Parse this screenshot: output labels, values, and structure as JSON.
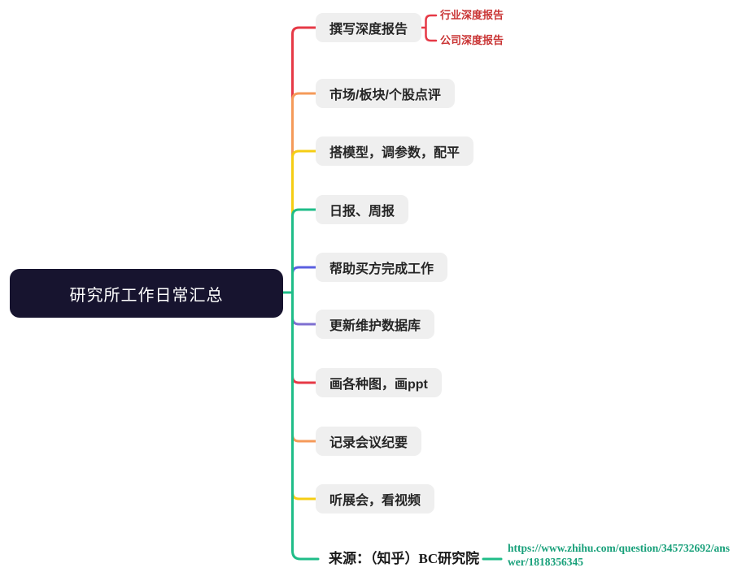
{
  "root": {
    "label": "研究所工作日常汇总",
    "bg_color": "#17142f",
    "text_color": "#ffffff"
  },
  "node_style": {
    "topic_bg": "#efefef",
    "topic_text_color": "#262626"
  },
  "branches": [
    {
      "label": "撰写深度报告",
      "color": "#e63946",
      "children": [
        "行业深度报告",
        "公司深度报告"
      ],
      "child_text_color": "#c93434"
    },
    {
      "label": "市场/板块/个股点评",
      "color": "#f59a59"
    },
    {
      "label": "搭模型，调参数，配平",
      "color": "#f5cd14"
    },
    {
      "label": "日报、周报",
      "color": "#1fbd88"
    },
    {
      "label": "帮助买方完成工作",
      "color": "#5a5fe0"
    },
    {
      "label": "更新维护数据库",
      "color": "#7e6fd0"
    },
    {
      "label": "画各种图，画ppt",
      "color": "#e63946"
    },
    {
      "label": "记录会议纪要",
      "color": "#f59a59"
    },
    {
      "label": "听展会，看视频",
      "color": "#f5cd14"
    },
    {
      "label": "来源：（知乎）BC研究院",
      "color": "#1fbd88",
      "children": [
        "https://www.zhihu.com/question/345732692/answer/1818356345"
      ],
      "child_text_color": "#18a07a"
    }
  ]
}
